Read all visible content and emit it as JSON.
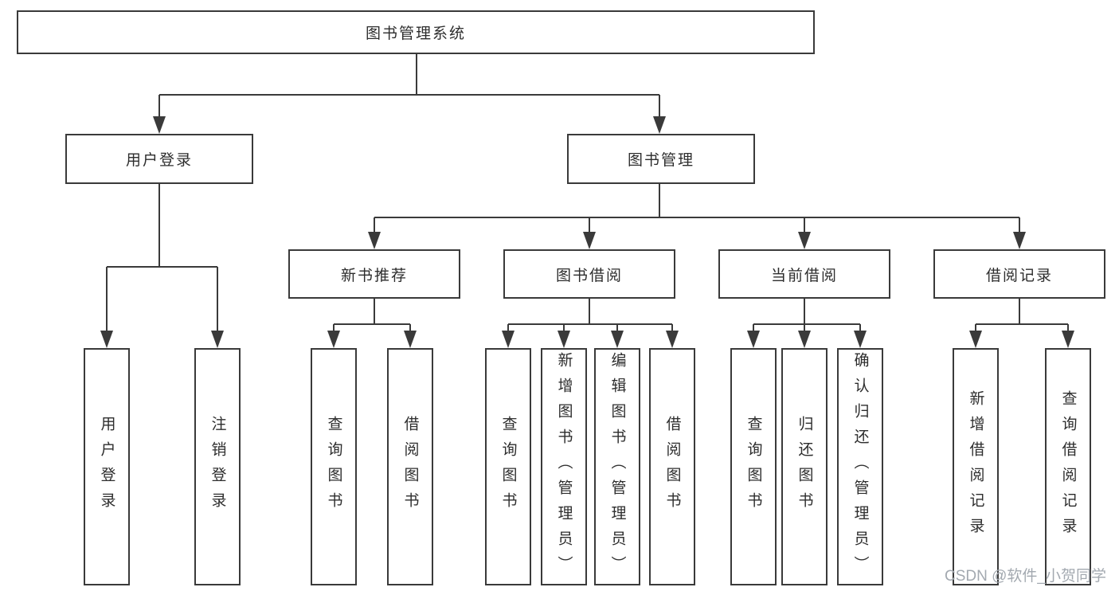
{
  "diagram": {
    "root": {
      "label": "图书管理系统"
    },
    "level2": [
      {
        "label": "用户登录"
      },
      {
        "label": "图书管理"
      }
    ],
    "level3": [
      {
        "label": "新书推荐"
      },
      {
        "label": "图书借阅"
      },
      {
        "label": "当前借阅"
      },
      {
        "label": "借阅记录"
      }
    ],
    "leaves": {
      "user": [
        "用户登录",
        "注销登录"
      ],
      "recommend": [
        "查询图书",
        "借阅图书"
      ],
      "borrow": [
        "查询图书",
        "新增图书（管理员）",
        "编辑图书（管理员）",
        "借阅图书"
      ],
      "current": [
        "查询图书",
        "归还图书",
        "确认归还（管理员）"
      ],
      "records": [
        "新增借阅记录",
        "查询借阅记录"
      ]
    }
  },
  "watermark": "CSDN @软件_小贺同学",
  "colors": {
    "line": "#3a3a3a",
    "text": "#2d2d2d",
    "watermark": "#a3a9b0",
    "background": "#ffffff"
  }
}
